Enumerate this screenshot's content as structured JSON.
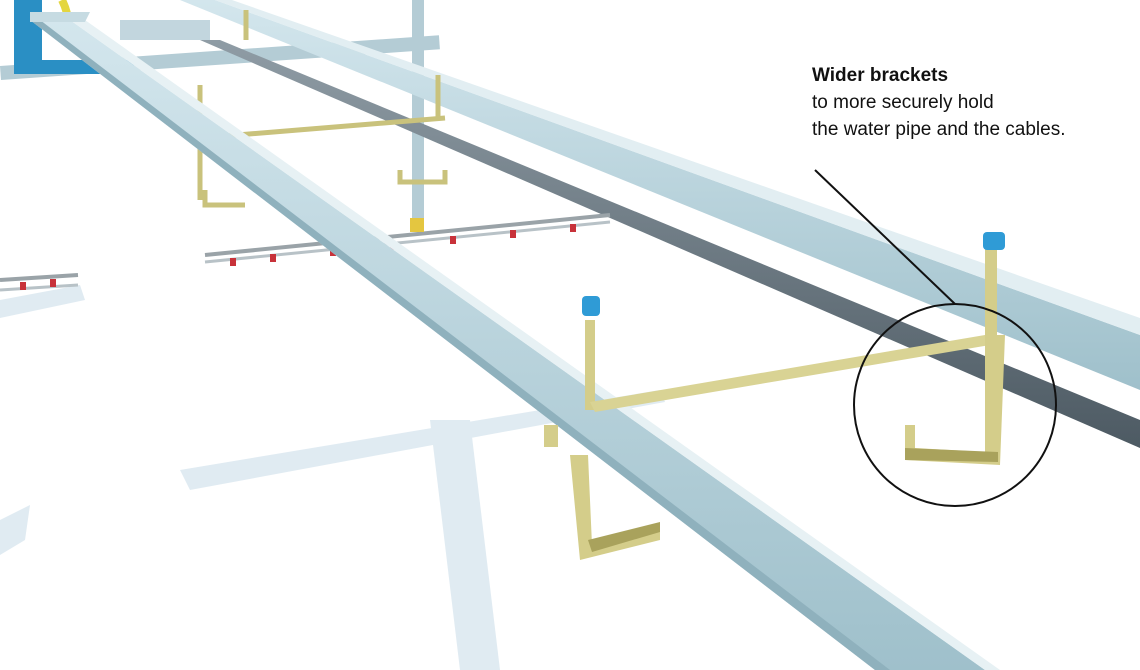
{
  "callout": {
    "title": "Wider brackets",
    "line1": "to more securely hold",
    "line2": "the water pipe and the cables."
  },
  "colors": {
    "rail": "#b9d3dc",
    "rail_dark": "#8fb1bd",
    "pipe": "#6e7b84",
    "bracket": "#d4cd8a",
    "bracket_dark": "#a9a25c",
    "sensor_blue": "#2f9bd6",
    "nozzle_red": "#c8323a",
    "shadow": "#d5e3ec",
    "frame_blue": "#2a8fc4",
    "yellow_hose": "#e4d640"
  },
  "icons": {
    "highlight": "circle-highlight",
    "pointer": "leader-line"
  }
}
